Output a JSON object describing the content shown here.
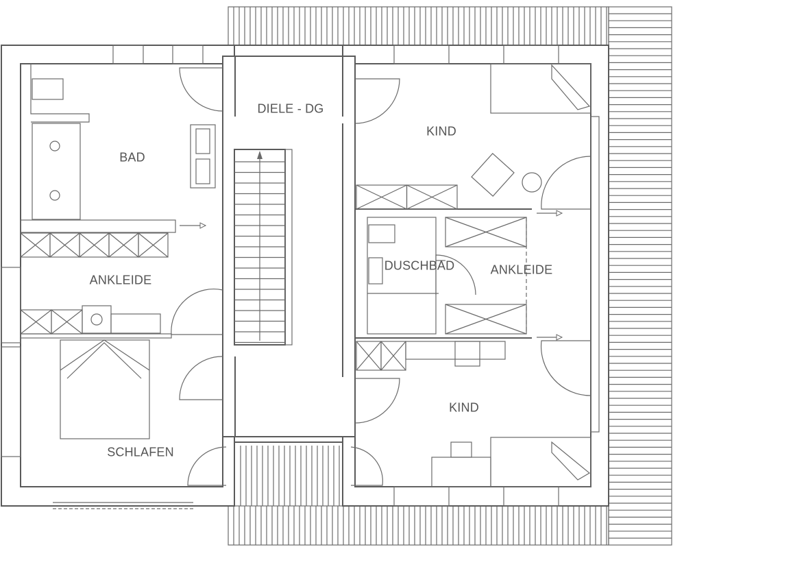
{
  "plan": {
    "title": "Dachgeschoss",
    "rooms": [
      {
        "id": "diele",
        "label": "DIELE - DG"
      },
      {
        "id": "kind1",
        "label": "KIND"
      },
      {
        "id": "bad",
        "label": "BAD"
      },
      {
        "id": "ankleide1",
        "label": "ANKLEIDE"
      },
      {
        "id": "duschbad",
        "label": "DUSCHBAD"
      },
      {
        "id": "ankleide2",
        "label": "ANKLEIDE"
      },
      {
        "id": "kind2",
        "label": "KIND"
      },
      {
        "id": "schlafen",
        "label": "SCHLAFEN"
      }
    ]
  },
  "colors": {
    "line": "#5a5a5a",
    "background": "#ffffff"
  }
}
